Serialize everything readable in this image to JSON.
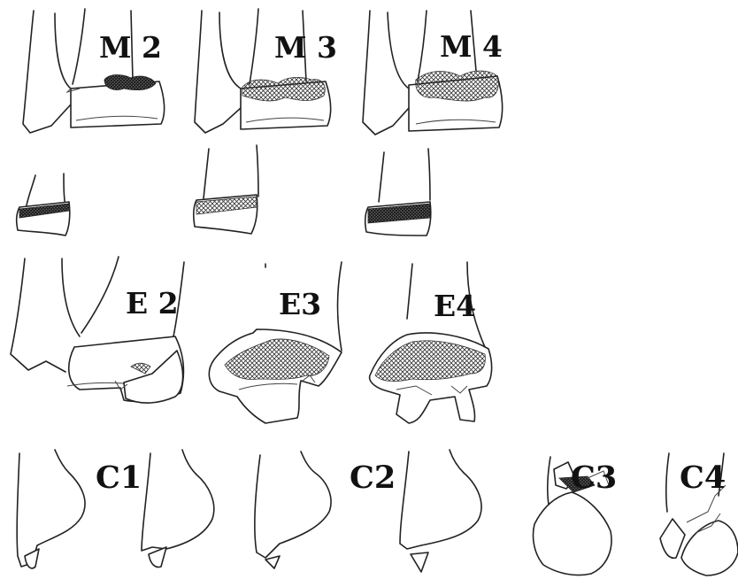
{
  "labels": {
    "m2": "M 2",
    "m3": "M 3",
    "m4": "M 4",
    "e2": "E 2",
    "e3": "E3",
    "e4": "E4",
    "c1": "C1",
    "c2": "C2",
    "c3": "C3",
    "c4": "C4"
  },
  "colors": {
    "line": "#222222",
    "hatch": "#333333",
    "background": "#ffffff"
  }
}
